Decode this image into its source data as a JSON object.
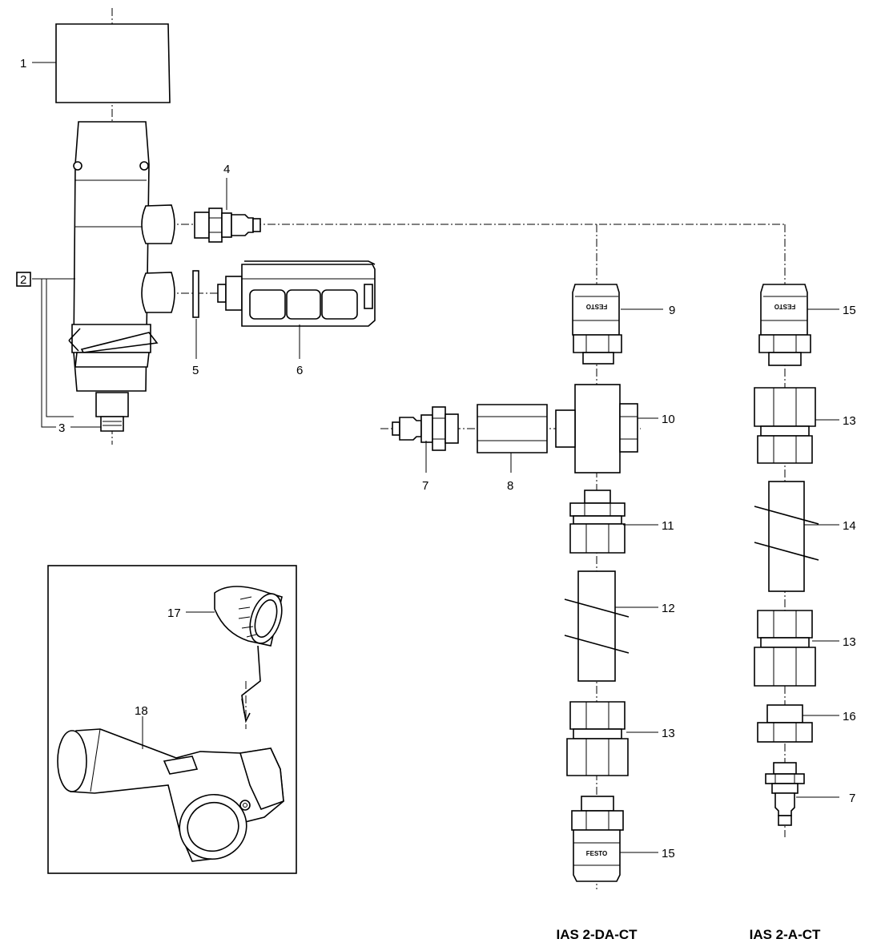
{
  "labels": {
    "l1": "1",
    "l2": "2",
    "l3": "3",
    "l4": "4",
    "l5": "5",
    "l6": "6",
    "l7a": "7",
    "l8": "8",
    "l9": "9",
    "l10": "10",
    "l11": "11",
    "l12": "12",
    "l13a": "13",
    "l13b": "13",
    "l13c": "13",
    "l14": "14",
    "l15a": "15",
    "l15b": "15",
    "l16": "16",
    "l7b": "7",
    "l17": "17",
    "l18": "18"
  },
  "brand_marks": {
    "coupling_9": "FESTO",
    "coupling_15_right": "FESTO",
    "coupling_15_bottom": "FESTO"
  },
  "captions": {
    "set_da": "IAS 2-DA-CT",
    "set_a": "IAS 2-A-CT"
  }
}
